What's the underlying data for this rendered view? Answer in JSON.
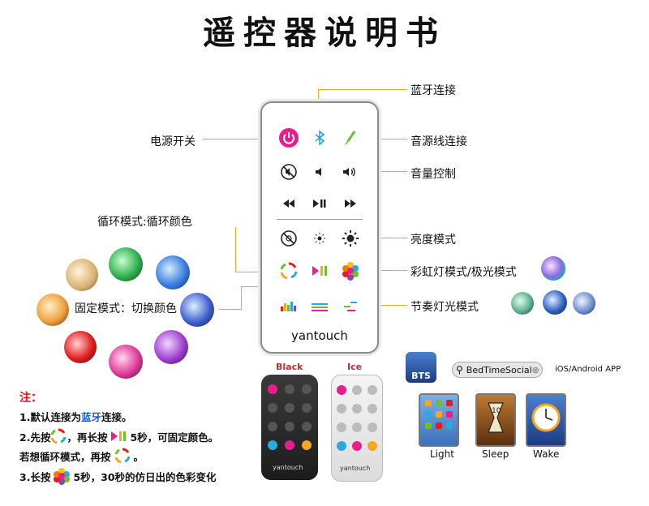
{
  "title": "遥控器说明书",
  "labels": {
    "bluetooth": "蓝牙连接",
    "power": "电源开关",
    "audio_line": "音源线连接",
    "volume": "音量控制",
    "cycle": "循环模式:循环颜色",
    "brightness": "亮度模式",
    "rainbow": "彩虹灯模式/极光模式",
    "fixed": "固定模式：切换颜色",
    "rhythm": "节奏灯光模式"
  },
  "remote": {
    "brand": "yantouch",
    "row1": [
      "power-icon",
      "bluetooth-icon",
      "audio-line-icon"
    ],
    "row2": [
      "mute-icon",
      "volume-down-icon",
      "volume-up-icon"
    ],
    "row3": [
      "rewind-icon",
      "play-pause-icon",
      "fast-forward-icon"
    ],
    "row4": [
      "light-off-icon",
      "brightness-low-icon",
      "brightness-high-icon"
    ],
    "row5": [
      "cycle-icon",
      "play-pause-color-icon",
      "rainbow-icon"
    ],
    "row6": [
      "rhythm1-icon",
      "rhythm2-icon",
      "rhythm3-icon"
    ]
  },
  "variants": {
    "black": "Black",
    "ice": "Ice",
    "brand": "yantouch"
  },
  "notes": {
    "heading": "注：",
    "n1_prefix": "1.默认连接为",
    "n1_highlight": "蓝牙",
    "n1_suffix": "连接。",
    "n2_prefix": "2.先按",
    "n2_mid": "，再长按",
    "n2_suffix": "5秒，可固定颜色。",
    "n2b_prefix": "若想循环模式，再按",
    "n2b_suffix": "。",
    "n3_prefix": "3.长按",
    "n3_suffix": "5秒，30秒的仿日出的色彩变化"
  },
  "app": {
    "logo": "BTS",
    "search": "BedTimeSocial",
    "platform": "iOS/Android APP",
    "screens": [
      "Light",
      "Sleep",
      "Wake"
    ]
  },
  "colors": {
    "accent": "#f5a623",
    "highlight": "#1560c8",
    "heading_red": "#e01010",
    "power": "#e91e8c",
    "bluetooth": "#29a3e0",
    "green": "#6cbf2e"
  }
}
